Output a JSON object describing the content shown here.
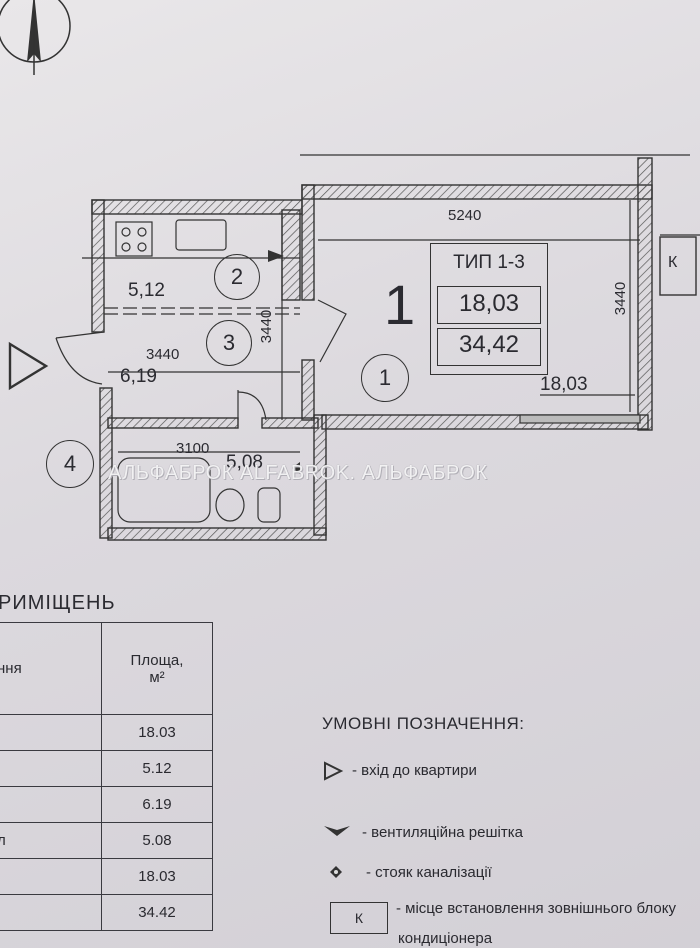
{
  "plan": {
    "type_box": {
      "label": "ТИП 1-3",
      "living_area": "18,03",
      "total_area": "34,42"
    },
    "apartment_number": "1",
    "room_markers": [
      "1",
      "2",
      "3",
      "4"
    ],
    "room_areas": {
      "kitchen": "5,12",
      "hall": "6,19",
      "bathroom": "5,08",
      "room": "18,03"
    },
    "dimensions": {
      "room_width": "5240",
      "room_depth": "3440",
      "kitchen_depth": "3440",
      "hall_width": "3440",
      "bath_width": "3100"
    },
    "ac_marker": "К",
    "watermark": "АЛЬФАБРОК ALFABROK. АЛЬФАБРОК"
  },
  "table": {
    "title_fragment": "РИМІЩЕНЬ",
    "header": {
      "name_fragment": "ння",
      "area": "Площа,",
      "unit": "м²"
    },
    "rows": [
      {
        "name": "",
        "area": "18.03"
      },
      {
        "name": "",
        "area": "5.12"
      },
      {
        "name": "",
        "area": "6.19"
      },
      {
        "name": "л",
        "area": "5.08"
      },
      {
        "name": "",
        "area": "18.03"
      },
      {
        "name": "",
        "area": "34.42"
      }
    ]
  },
  "legend": {
    "title": "УМОВНІ ПОЗНАЧЕННЯ:",
    "items": [
      {
        "icon": "entrance-triangle-icon",
        "text": "- вхід до квартири"
      },
      {
        "icon": "ventilation-grille-icon",
        "text": "- вентиляційна решітка"
      },
      {
        "icon": "sewer-riser-icon",
        "text": "- стояк каналізації"
      },
      {
        "icon": "ac-box-icon",
        "symbol": "К",
        "text": "- місце встановлення зовнішнього блоку",
        "text2": "кондиціонера"
      }
    ]
  }
}
